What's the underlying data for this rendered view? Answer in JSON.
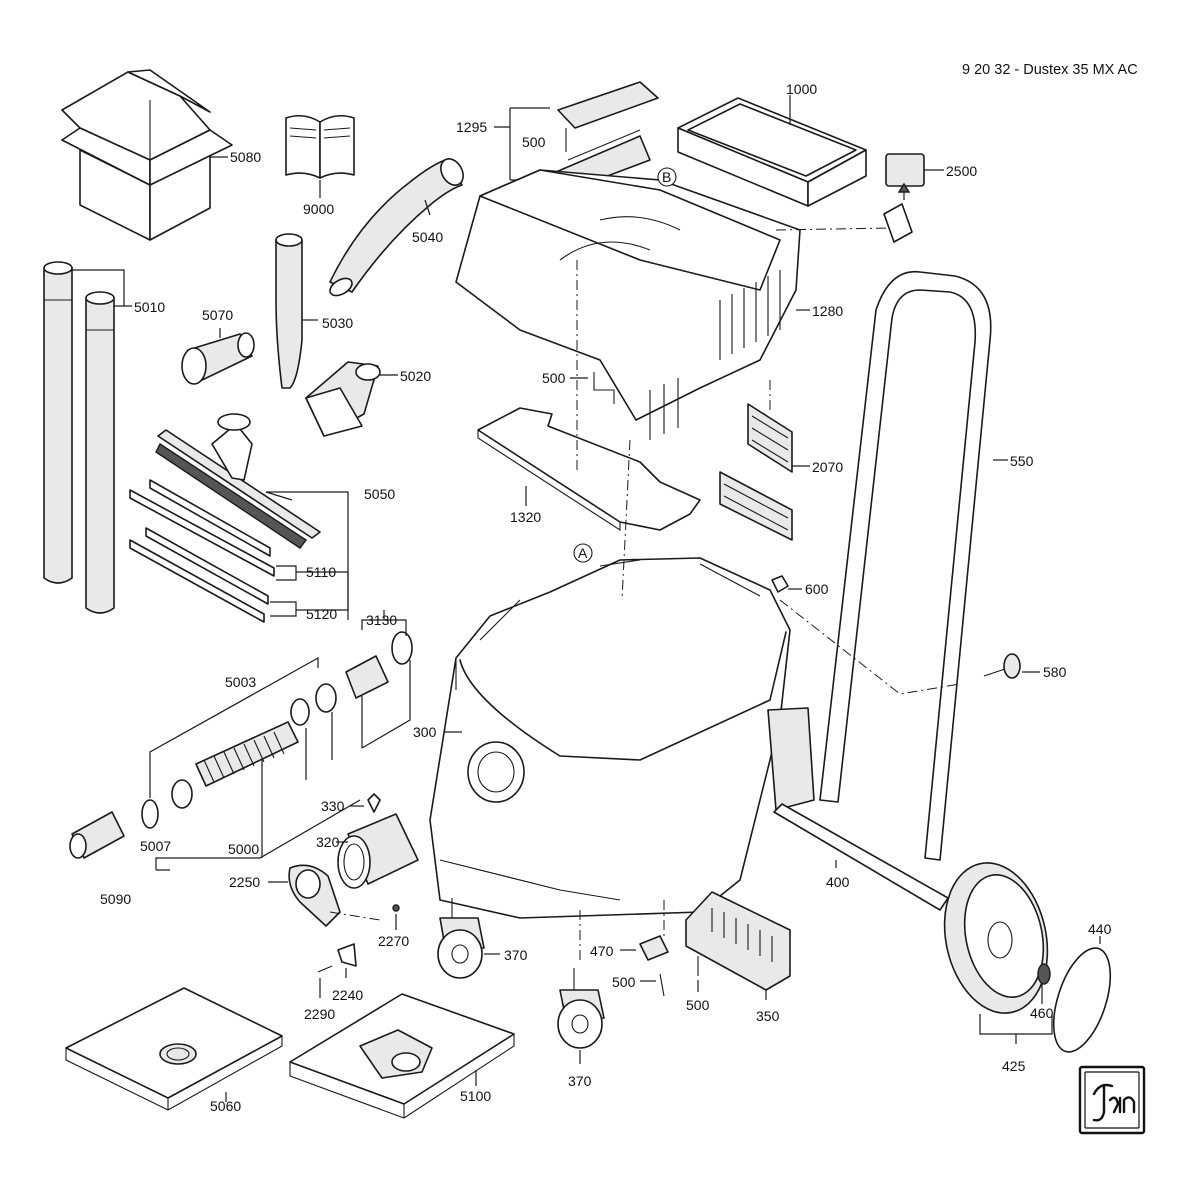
{
  "title": "9 20 32 - Dustex 35 MX AC",
  "callouts": {
    "c1000": "1000",
    "c2500": "2500",
    "c1295": "1295",
    "c500a": "500",
    "c5080": "5080",
    "c9000": "9000",
    "c5040": "5040",
    "c5010": "5010",
    "c5070": "5070",
    "c5030": "5030",
    "c5020": "5020",
    "c1280": "1280",
    "c500b": "500",
    "c550": "550",
    "c2070": "2070",
    "c1320": "1320",
    "c5050": "5050",
    "c5110": "5110",
    "c5120": "5120",
    "c3130": "3130",
    "c600": "600",
    "c580": "580",
    "c5003": "5003",
    "c300": "300",
    "c330": "330",
    "c320": "320",
    "c5007": "5007",
    "c5000": "5000",
    "c5090": "5090",
    "c2250": "2250",
    "c2270": "2270",
    "c400": "400",
    "c440": "440",
    "c370a": "370",
    "c470": "470",
    "c500c": "500",
    "c500d": "500",
    "c350": "350",
    "c2240": "2240",
    "c2290": "2290",
    "c460": "460",
    "c425": "425",
    "c370b": "370",
    "c5060": "5060",
    "c5100": "5100"
  },
  "markers": {
    "a": "A",
    "b": "B"
  },
  "logo": "Fein"
}
